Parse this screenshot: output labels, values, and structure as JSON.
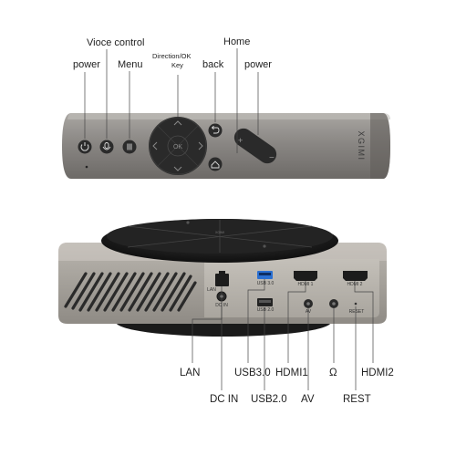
{
  "remote": {
    "labels": {
      "power_left": "power",
      "voice": "Vioce control",
      "menu": "Menu",
      "direction_line1": "Direction/OK",
      "direction_line2": "Key",
      "back": "back",
      "home": "Home",
      "power_right": "power"
    },
    "brand": "XGIMI",
    "ok_key": "OK"
  },
  "projector": {
    "port_labels": {
      "lan_small": "LAN",
      "dcin_small": "DC IN",
      "usb3_small": "USB 3.0",
      "usb2_small": "USB 2.0",
      "hdmi1_small": "HDMI 1",
      "av_small": "AV",
      "hdmi2_small": "HDMI 2",
      "reset_small": "RESET"
    },
    "callouts": {
      "lan": "LAN",
      "usb3": "USB3.0",
      "hdmi1": "HDMI1",
      "audio": "Ω",
      "hdmi2": "HDMI2",
      "dcin": "DC IN",
      "usb2": "USB2.0",
      "av": "AV",
      "rest": "REST"
    }
  },
  "colors": {
    "remote_body": "#8c8a87",
    "remote_dark": "#2b2b2b",
    "projector_body": "#a39f98",
    "projector_panel": "#b7b3ac",
    "top_disc": "#1c1c1c",
    "usb3_blue": "#2a6fd1"
  }
}
